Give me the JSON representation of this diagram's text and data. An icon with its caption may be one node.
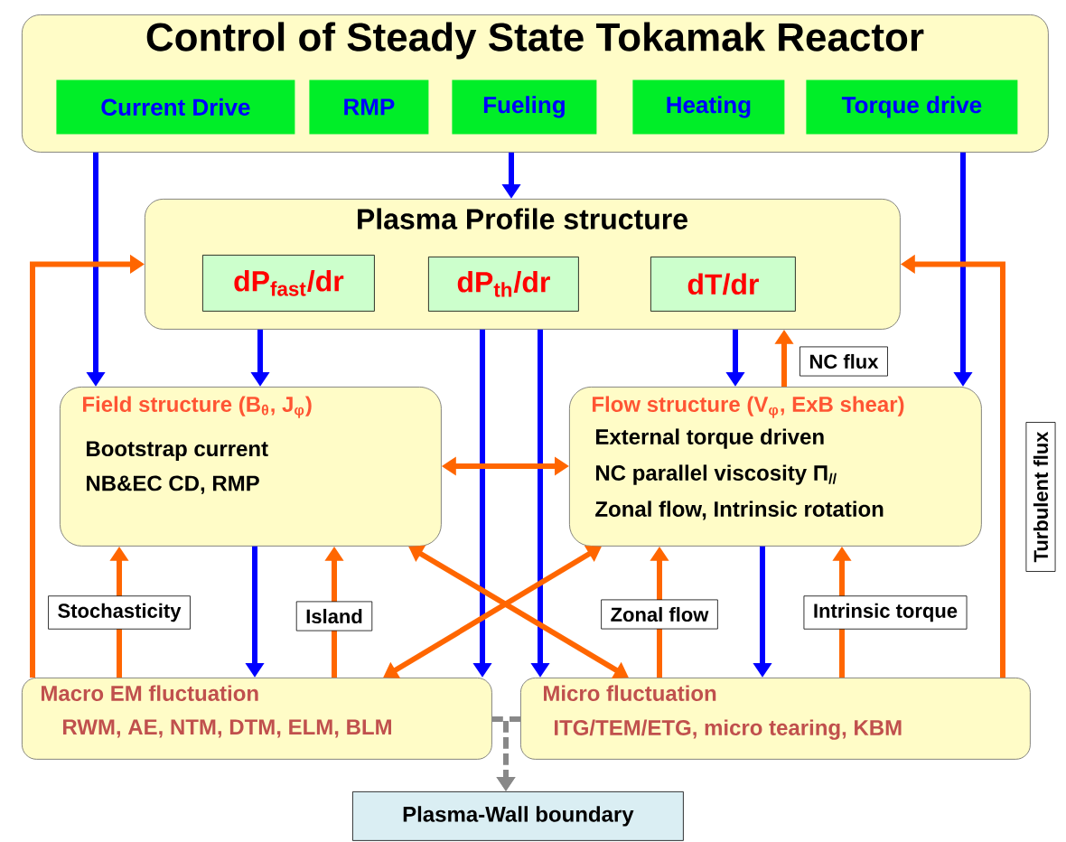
{
  "diagram": {
    "nodes": [
      {
        "text": [
          "Control of Steady State Tokamak Reactor"
        ]
      },
      {
        "text": [
          "Current Drive"
        ],
        "in": 0
      },
      {
        "text": [
          "RMP"
        ],
        "in": 0
      },
      {
        "text": [
          "Fueling"
        ],
        "in": 0
      },
      {
        "text": [
          "Heating"
        ],
        "in": 0
      },
      {
        "text": [
          "Torque drive"
        ],
        "in": 0
      },
      {
        "text": [
          "Plasma Profile structure"
        ]
      },
      {
        "text": [
          "dP$_{fast}$/dr"
        ],
        "in": 6
      },
      {
        "text": [
          "dP$_{th}$/dr"
        ],
        "in": 6
      },
      {
        "text": [
          "dT/dr"
        ],
        "in": 6
      },
      {
        "text": [
          "Field structure  (B$_{θ}$, J$_{φ}$)",
          "Bootstrap current",
          "NB&EC CD, RMP"
        ]
      },
      {
        "text": [
          "Flow structure (V$_{φ}$, ExB shear)",
          "External torque driven",
          "NC parallel viscosity Π$_{//}$",
          "Zonal flow, Intrinsic rotation"
        ]
      },
      {
        "text": [
          "Macro EM fluctuation",
          "RWM, AE, NTM, DTM, ELM, BLM"
        ]
      },
      {
        "text": [
          "Micro fluctuation",
          "ITG/TEM/ETG, micro tearing, KBM"
        ]
      },
      {
        "text": [
          "Plasma-Wall boundary"
        ]
      }
    ],
    "edges": [
      {
        "from": 0,
        "to": 6,
        "arrow": "to",
        "color": "#0000ff"
      },
      {
        "from": 0,
        "to": 10,
        "arrow": "to",
        "color": "#0000ff"
      },
      {
        "from": 0,
        "to": 11,
        "arrow": "to",
        "color": "#0000ff"
      },
      {
        "from": 6,
        "to": 10,
        "arrow": "to",
        "color": "#0000ff"
      },
      {
        "from": 6,
        "to": 11,
        "arrow": "to",
        "color": "#0000ff"
      },
      {
        "from": 6,
        "to": 12,
        "arrow": "to",
        "color": "#0000ff"
      },
      {
        "from": 6,
        "to": 13,
        "arrow": "to",
        "color": "#0000ff"
      },
      {
        "from": 10,
        "to": 12,
        "arrow": "to",
        "color": "#0000ff"
      },
      {
        "from": 11,
        "to": 13,
        "arrow": "to",
        "color": "#0000ff"
      },
      {
        "from": 11,
        "to": 6,
        "arrow": "to",
        "label": "NC flux",
        "color": "#ff6600"
      },
      {
        "from": 10,
        "to": 11,
        "arrow": "both",
        "color": "#ff6600"
      },
      {
        "from": 10,
        "to": 13,
        "arrow": "both",
        "color": "#ff6600"
      },
      {
        "from": 12,
        "to": 11,
        "arrow": "both",
        "color": "#ff6600"
      },
      {
        "from": 12,
        "to": 10,
        "arrow": "to",
        "label": "Stochasticity",
        "color": "#ff6600"
      },
      {
        "from": 12,
        "to": 10,
        "arrow": "to",
        "label": "Island",
        "color": "#ff6600"
      },
      {
        "from": 13,
        "to": 11,
        "arrow": "to",
        "label": "Zonal flow",
        "color": "#ff6600"
      },
      {
        "from": 13,
        "to": 11,
        "arrow": "to",
        "label": "Intrinsic torque",
        "color": "#ff6600"
      },
      {
        "from": 12,
        "to": 6,
        "arrow": "to",
        "color": "#ff6600"
      },
      {
        "from": 13,
        "to": 6,
        "arrow": "to",
        "label": "Turbulent flux",
        "color": "#ff6600"
      },
      {
        "from": 12,
        "to": 14,
        "arrow": "to",
        "style": "dashed",
        "color": "#888888"
      },
      {
        "from": 13,
        "to": 14,
        "arrow": "to",
        "style": "dashed",
        "color": "#888888"
      }
    ]
  }
}
